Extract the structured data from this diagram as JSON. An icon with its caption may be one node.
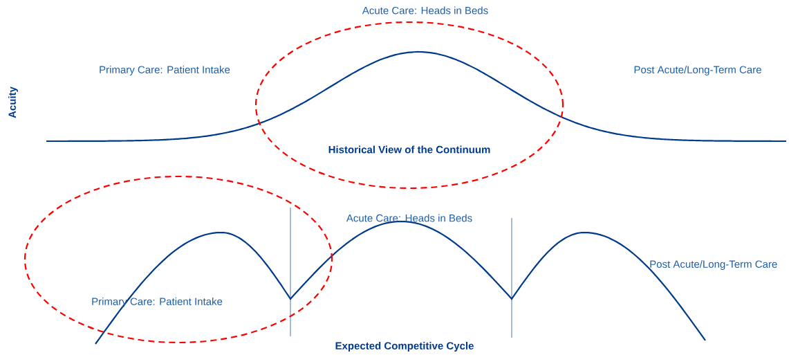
{
  "diagram": {
    "labels": [
      "Acute Care: Heads in Beds",
      "Primary Care: Patient Intake",
      "Post Acute/Long-Term Care",
      "Acuity",
      "Historical View of the Continuum",
      "Acute Care: Heads in Beds",
      "Post Acute/Long-Term Care",
      "Primary Care: Patient Intake",
      "Expected Competitive Cycle"
    ]
  }
}
